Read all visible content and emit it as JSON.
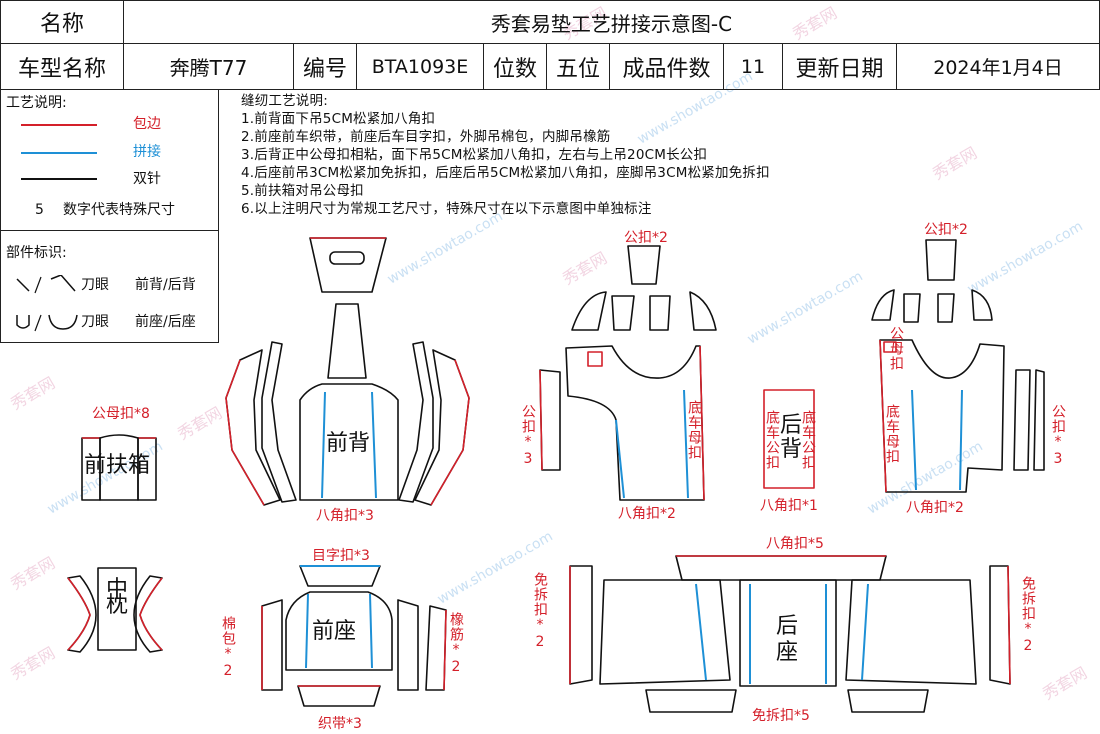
{
  "header": {
    "name_label": "名称",
    "title": "秀套易垫工艺拼接示意图-C",
    "model_label": "车型名称",
    "model_value": "奔腾T77",
    "code_label": "编号",
    "code_value": "BTA1093E",
    "seats_label": "位数",
    "seats_value": "五位",
    "pieces_label": "成品件数",
    "pieces_value": "11",
    "date_label": "更新日期",
    "date_value": "2024年1月4日"
  },
  "legend": {
    "title": "工艺说明:",
    "items": [
      {
        "label": "包边",
        "color": "#d4202a"
      },
      {
        "label": "拼接",
        "color": "#1e90d6"
      },
      {
        "label": "双针",
        "color": "#111111"
      }
    ],
    "size_number": "5",
    "size_text": "数字代表特殊尺寸"
  },
  "parts_id": {
    "title": "部件标识:",
    "rows": [
      {
        "mark": "刀眼",
        "meaning": "前背/后背"
      },
      {
        "mark": "刀眼",
        "meaning": "前座/后座"
      }
    ]
  },
  "sewing_notes": {
    "title": "缝纫工艺说明:",
    "lines": [
      "1.前背面下吊5CM松紧加八角扣",
      "2.前座前车织带，前座后车目字扣，外脚吊棉包，内脚吊橡筋",
      "3.后背正中公母扣相粘，面下吊5CM松紧加八角扣，左右与上吊20CM长公扣",
      "4.后座前吊3CM松紧加免拆扣，后座后吊5CM松紧加八角扣，座脚吊3CM松紧加免拆扣",
      "5.前扶箱对吊公母扣",
      "6.以上注明尺寸为常规工艺尺寸，特殊尺寸在以下示意图中单独标注"
    ]
  },
  "diagram": {
    "front_armrest": "前扶箱",
    "front_armrest_note": "公母扣*8",
    "middle_pillow": "中枕",
    "front_back": "前背",
    "front_back_note": "八角扣*3",
    "front_seat": "前座",
    "front_seat_top_note": "目字扣*3",
    "front_seat_bottom_note": "织带*3",
    "front_seat_left_note": "棉包*2",
    "front_seat_right_note": "橡筋*2",
    "rear_back_center": "后背",
    "rear_back_center_left": "底车公扣",
    "rear_back_center_right": "底车公扣",
    "rear_back_center_note": "八角扣*1",
    "rear_back_left_top_note": "公扣*2",
    "rear_back_left_side_note": "公扣*3",
    "rear_back_left_inner_note": "底车母扣",
    "rear_back_left_bottom_note": "八角扣*2",
    "rear_back_right_top_note": "公扣*2",
    "rear_back_right_side_note": "公扣*3",
    "rear_back_right_inner_top": "公母扣",
    "rear_back_right_inner_note": "底车母扣",
    "rear_back_right_bottom_note": "八角扣*2",
    "rear_seat": "后座",
    "rear_seat_top_note": "八角扣*5",
    "rear_seat_bottom_note": "免拆扣*5",
    "rear_seat_left_note": "免拆扣*2",
    "rear_seat_right_note": "免拆扣*2"
  },
  "watermark": {
    "brand": "秀套网",
    "url": "www.showtao.com"
  },
  "colors": {
    "edge_binding": "#d4202a",
    "splice": "#1e90d6",
    "double_needle": "#111111"
  }
}
